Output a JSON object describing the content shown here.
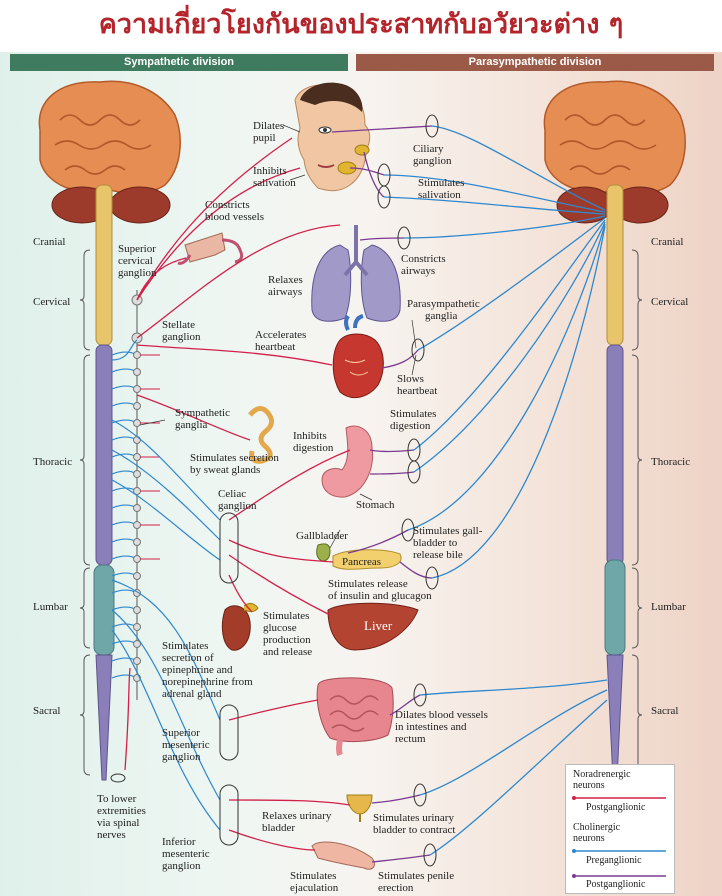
{
  "title": "ความเกี่ยวโยงกันของประสาทกับอวัยวะต่าง ๆ",
  "sympathetic_division": "Sympathetic division",
  "parasympathetic_division": "Parasympathetic division",
  "regions": {
    "cranial": "Cranial",
    "cervical": "Cervical",
    "thoracic": "Thoracic",
    "lumbar": "Lumbar",
    "sacral": "Sacral"
  },
  "ganglia": {
    "superior_cervical": [
      "Superior",
      "cervical",
      "ganglion"
    ],
    "stellate": [
      "Stellate",
      "ganglion"
    ],
    "sympathetic": [
      "Sympathetic",
      "ganglia"
    ],
    "celiac": [
      "Celiac",
      "ganglion"
    ],
    "superior_mesenteric": [
      "Superior",
      "mesenteric",
      "ganglion"
    ],
    "inferior_mesenteric": [
      "Inferior",
      "mesenteric",
      "ganglion"
    ],
    "ciliary": [
      "Ciliary",
      "ganglion"
    ],
    "parasympathetic": [
      "Parasympathetic",
      "ganglia"
    ]
  },
  "sympathetic_effects": {
    "dilates_pupil": [
      "Dilates",
      "pupil"
    ],
    "inhibits_salivation": [
      "Inhibits",
      "salivation"
    ],
    "constricts_vessels": [
      "Constricts",
      "blood vessels"
    ],
    "relaxes_airways": [
      "Relaxes",
      "airways"
    ],
    "accelerates_heartbeat": [
      "Accelerates",
      "heartbeat"
    ],
    "sweat": [
      "Stimulates secretion",
      "by sweat glands"
    ],
    "inhibits_digestion": [
      "Inhibits",
      "digestion"
    ],
    "glucose": [
      "Stimulates",
      "glucose",
      "production",
      "and release"
    ],
    "adrenal": [
      "Stimulates",
      "secretion of",
      "epinephrine and",
      "norepinephrine from",
      "adrenal gland"
    ],
    "relaxes_bladder": [
      "Relaxes urinary",
      "bladder"
    ],
    "ejaculation": [
      "Stimulates",
      "ejaculation"
    ],
    "lower_extremities": [
      "To lower",
      "extremities",
      "via spinal",
      "nerves"
    ]
  },
  "parasympathetic_effects": {
    "stimulates_salivation": [
      "Stimulates",
      "salivation"
    ],
    "constricts_airways": [
      "Constricts",
      "airways"
    ],
    "slows_heartbeat": [
      "Slows",
      "heartbeat"
    ],
    "stimulates_digestion": [
      "Stimulates",
      "digestion"
    ],
    "gallbladder_bile": [
      "Stimulates gall-",
      "bladder to",
      "release bile"
    ],
    "insulin": [
      "Stimulates release",
      "of insulin and glucagon"
    ],
    "dilates_vessels": [
      "Dilates blood vessels",
      "in intestines and",
      "rectum"
    ],
    "bladder_contract": [
      "Stimulates urinary",
      "bladder to contract"
    ],
    "penile": [
      "Stimulates penile",
      "erection"
    ]
  },
  "organs": {
    "stomach": "Stomach",
    "gallbladder": "Gallbladder",
    "pancreas": "Pancreas",
    "liver": "Liver"
  },
  "legend": {
    "noradrenergic": [
      "Noradrenergic",
      "neurons"
    ],
    "postganglionic": "Postganglionic",
    "cholinergic": [
      "Cholinergic",
      "neurons"
    ],
    "preganglionic": "Preganglionic",
    "postganglionic2": "Postganglionic"
  },
  "colors": {
    "sympathetic_fiber": "#d2204a",
    "parasympathetic_fiber": "#2e88cf",
    "post_para": "#7b3a93",
    "brain": "#e0804a",
    "cord_cervical": "#e8c46a",
    "cord_thoracic": "#8a7fb8",
    "cord_lumbar": "#6fa6a8"
  }
}
